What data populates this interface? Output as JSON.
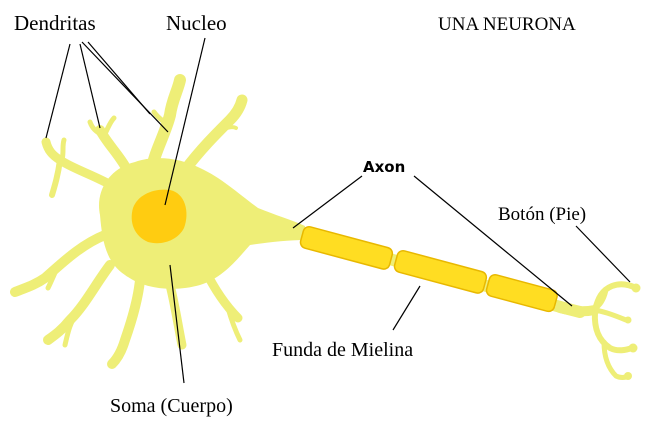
{
  "title": "UNA NEURONA",
  "labels": {
    "dendritas": "Dendritas",
    "nucleo": "Nucleo",
    "axon": "Axon",
    "boton": "Botón (Pie)",
    "funda": "Funda de Mielina",
    "soma": "Soma (Cuerpo)"
  },
  "colors": {
    "cell_body": "#eeee77",
    "nucleus": "#ffcc11",
    "myelin": "#ffdd22",
    "myelin_edge": "#e8b800",
    "outline": "#000000",
    "background": "#ffffff"
  }
}
